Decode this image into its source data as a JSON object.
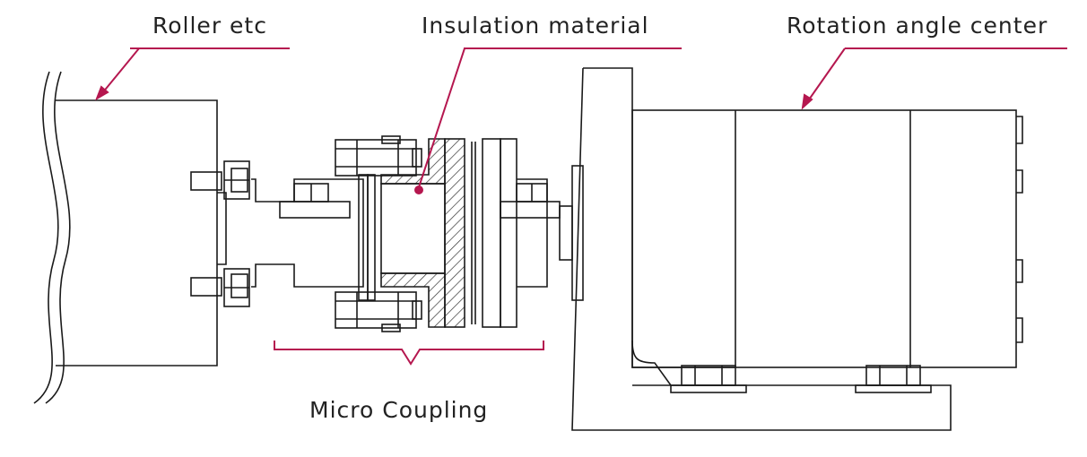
{
  "labels": {
    "roller": "Roller etc",
    "insulation": "Insulation material",
    "rotation": "Rotation angle center",
    "coupling": "Micro Coupling"
  },
  "colors": {
    "line": "#1a1a1a",
    "accent": "#b5174f",
    "hatch": "#333333"
  }
}
